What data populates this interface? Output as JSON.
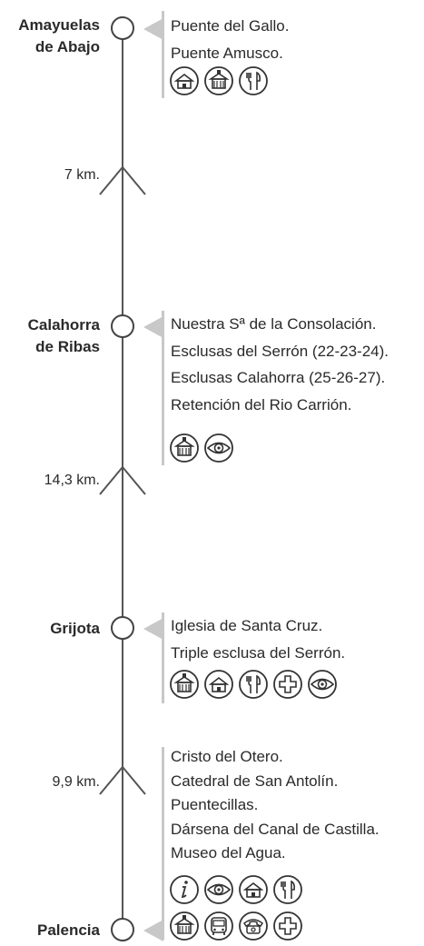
{
  "stops": [
    {
      "name_line1": "Amayuelas",
      "name_line2": "de Abajo",
      "points": [
        "Puente del Gallo.",
        "Puente Amusco."
      ],
      "icons": [
        "lodging-icon",
        "hostel-icon",
        "restaurant-icon"
      ]
    },
    {
      "name_line1": "Calahorra",
      "name_line2": "de Ribas",
      "points": [
        "Nuestra Sª de la Consolación.",
        "Esclusas del Serrón (22-23-24).",
        "Esclusas Calahorra (25-26-27).",
        "Retención del Rio Carrión."
      ],
      "icons": [
        "hostel-icon",
        "viewpoint-icon"
      ]
    },
    {
      "name_line1": "Grijota",
      "points": [
        "Iglesia de Santa Cruz.",
        "Triple esclusa del Serrón."
      ],
      "icons": [
        "hostel-icon",
        "lodging-icon",
        "restaurant-icon",
        "medical-icon",
        "viewpoint-icon"
      ]
    },
    {
      "name_line1": "Palencia",
      "points": [
        "Cristo del Otero.",
        "Catedral de San Antolín.",
        "Puentecillas.",
        "Dársena del Canal de Castilla.",
        "Museo del Agua."
      ],
      "icons_row1": [
        "information-icon",
        "viewpoint-icon",
        "lodging-icon",
        "restaurant-icon"
      ],
      "icons_row2": [
        "hostel-icon",
        "bus-icon",
        "telephone-icon",
        "medical-icon"
      ]
    }
  ],
  "distances": [
    "7 km.",
    "14,3 km.",
    "9,9 km."
  ],
  "colors": {
    "line": "#555555",
    "pointer": "#c8c8c8",
    "text": "#2a2a2a"
  }
}
